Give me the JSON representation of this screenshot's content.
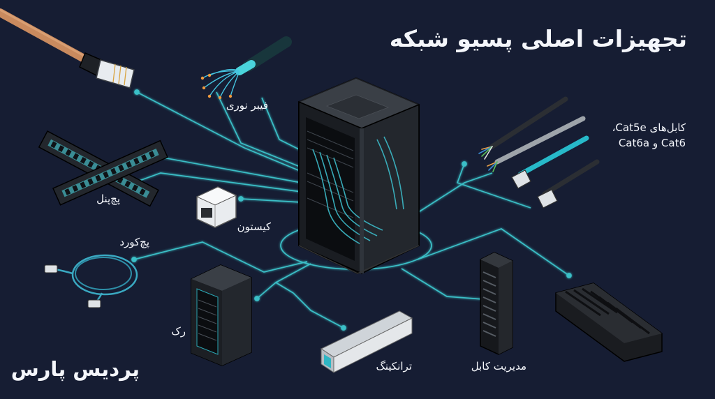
{
  "title": "تجهیزات اصلی پسیو شبکه",
  "brand": "پردیس پارس",
  "labels": {
    "fiber": "فیبر نوری",
    "cables_line1": "کابل‌های Cat5e،",
    "cables_line2": "Cat6 و Cat6a",
    "patch_panel": "پچ‌پنل",
    "keystone": "کیستون",
    "patch_cord": "پچ‌کورد",
    "rack": "رک",
    "trunking": "ترانکینگ",
    "cable_manager": "مدیریت کابل"
  },
  "colors": {
    "background": "#161d33",
    "accent_line": "#3cc8cf",
    "text": "#f4f6fb",
    "copper_cable": "#c98a5e",
    "cyan_cable": "#27b9c9"
  }
}
